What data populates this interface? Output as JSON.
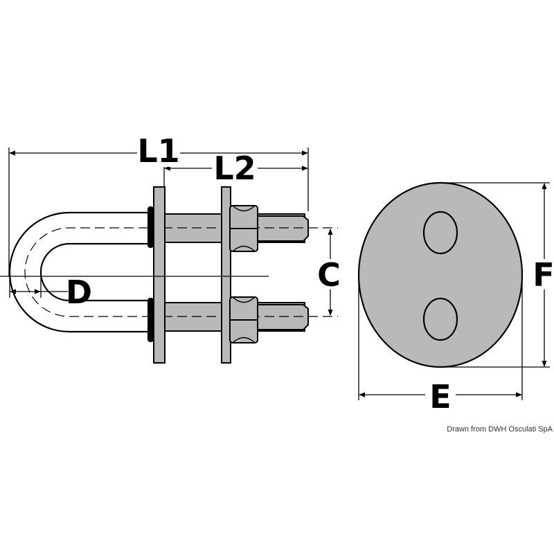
{
  "labels": {
    "L1": "L1",
    "L2": "L2",
    "C": "C",
    "D": "D",
    "E": "E",
    "F": "F"
  },
  "credit": "Drawn from DWH Osculati SpA",
  "colors": {
    "line": "#000000",
    "fill": "#b9b9b9",
    "background": "#ffffff"
  }
}
